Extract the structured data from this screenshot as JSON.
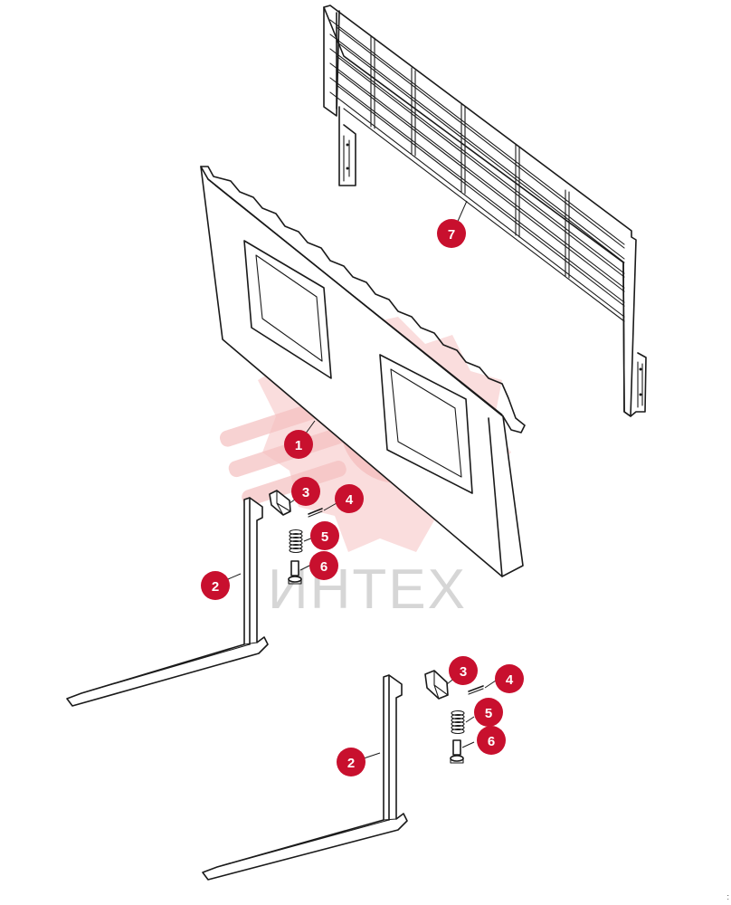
{
  "colors": {
    "accent": "#c8102e",
    "watermark": "#f4b9b9"
  },
  "watermark": {
    "text": "ИНТЕХ",
    "icon": "gear-logo-icon"
  },
  "callouts": [
    {
      "id": "c7",
      "label": "7"
    },
    {
      "id": "c1",
      "label": "1"
    },
    {
      "id": "c3a",
      "label": "3"
    },
    {
      "id": "c4a",
      "label": "4"
    },
    {
      "id": "c5a",
      "label": "5"
    },
    {
      "id": "c6a",
      "label": "6"
    },
    {
      "id": "c2a",
      "label": "2"
    },
    {
      "id": "c3b",
      "label": "3"
    },
    {
      "id": "c4b",
      "label": "4"
    },
    {
      "id": "c5b",
      "label": "5"
    },
    {
      "id": "c6b",
      "label": "6"
    },
    {
      "id": "c2b",
      "label": "2"
    }
  ],
  "corner_mark": ":"
}
